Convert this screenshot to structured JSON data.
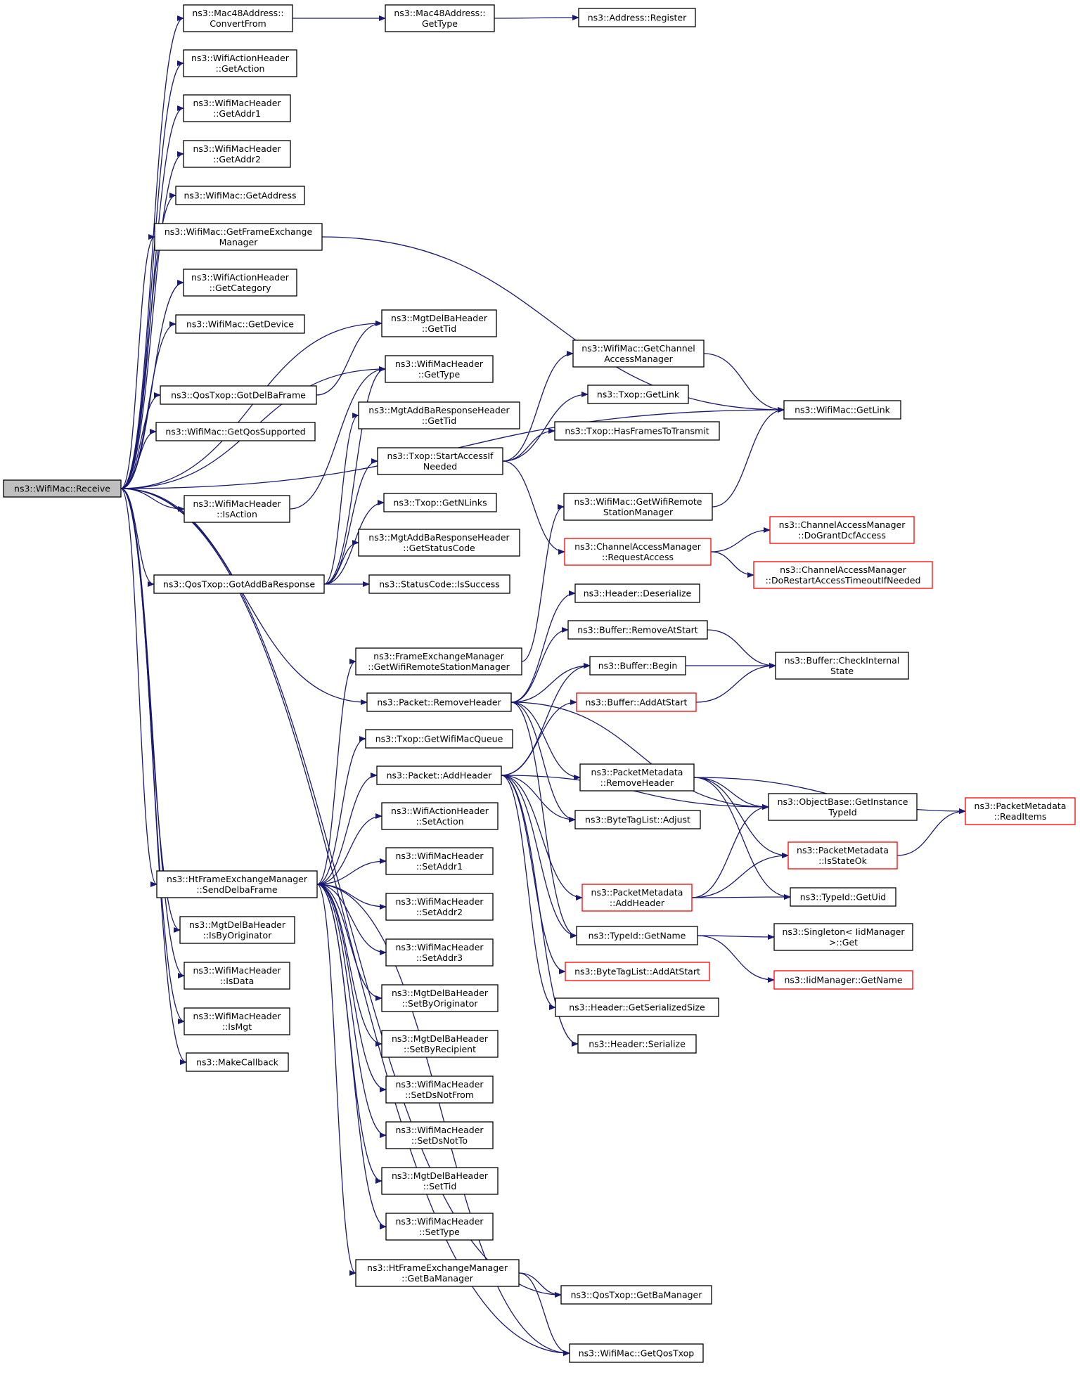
{
  "graph": {
    "title": "",
    "colors": {
      "edge": "#191970",
      "node_border": "#000000",
      "highlight_border": "#ff0000",
      "root_fill": "#bfbfbf"
    },
    "root": "ns3::WifiMac::Receive",
    "nodes": [
      {
        "id": "receive",
        "lines": [
          "ns3::WifiMac::Receive"
        ],
        "style": "root"
      },
      {
        "id": "convertfrom",
        "lines": [
          "ns3::Mac48Address::",
          "ConvertFrom"
        ]
      },
      {
        "id": "gettype48",
        "lines": [
          "ns3::Mac48Address::",
          "GetType"
        ]
      },
      {
        "id": "register",
        "lines": [
          "ns3::Address::Register"
        ]
      },
      {
        "id": "getaction",
        "lines": [
          "ns3::WifiActionHeader",
          "::GetAction"
        ]
      },
      {
        "id": "getaddr1",
        "lines": [
          "ns3::WifiMacHeader",
          "::GetAddr1"
        ]
      },
      {
        "id": "getaddr2",
        "lines": [
          "ns3::WifiMacHeader",
          "::GetAddr2"
        ]
      },
      {
        "id": "getaddress",
        "lines": [
          "ns3::WifiMac::GetAddress"
        ]
      },
      {
        "id": "getfem",
        "lines": [
          "ns3::WifiMac::GetFrameExchange",
          "Manager"
        ]
      },
      {
        "id": "getcategory",
        "lines": [
          "ns3::WifiActionHeader",
          "::GetCategory"
        ]
      },
      {
        "id": "getdevice",
        "lines": [
          "ns3::WifiMac::GetDevice"
        ]
      },
      {
        "id": "delba_gettid",
        "lines": [
          "ns3::MgtDelBaHeader",
          "::GetTid"
        ]
      },
      {
        "id": "gottdelba",
        "lines": [
          "ns3::QosTxop::GotDelBaFrame"
        ]
      },
      {
        "id": "hdr_gettype",
        "lines": [
          "ns3::WifiMacHeader",
          "::GetType"
        ]
      },
      {
        "id": "getqossupported",
        "lines": [
          "ns3::WifiMac::GetQosSupported"
        ]
      },
      {
        "id": "addbaresp_gettid",
        "lines": [
          "ns3::MgtAddBaResponseHeader",
          "::GetTid"
        ]
      },
      {
        "id": "isaction",
        "lines": [
          "ns3::WifiMacHeader",
          "::IsAction"
        ]
      },
      {
        "id": "startaccess",
        "lines": [
          "ns3::Txop::StartAccessIf",
          "Needed"
        ]
      },
      {
        "id": "getchannelam",
        "lines": [
          "ns3::WifiMac::GetChannel",
          "AccessManager"
        ]
      },
      {
        "id": "txop_getlink",
        "lines": [
          "ns3::Txop::GetLink"
        ]
      },
      {
        "id": "hasframes",
        "lines": [
          "ns3::Txop::HasFramesToTransmit"
        ]
      },
      {
        "id": "mac_getlink",
        "lines": [
          "ns3::WifiMac::GetLink"
        ]
      },
      {
        "id": "getnlinks",
        "lines": [
          "ns3::Txop::GetNLinks"
        ]
      },
      {
        "id": "getwrsm",
        "lines": [
          "ns3::WifiMac::GetWifiRemote",
          "StationManager"
        ]
      },
      {
        "id": "requestaccess",
        "lines": [
          "ns3::ChannelAccessManager",
          "::RequestAccess"
        ],
        "style": "red"
      },
      {
        "id": "dogrant",
        "lines": [
          "ns3::ChannelAccessManager",
          "::DoGrantDcfAccess"
        ],
        "style": "red"
      },
      {
        "id": "dorestart",
        "lines": [
          "ns3::ChannelAccessManager",
          "::DoRestartAccessTimeoutIfNeeded"
        ],
        "style": "red"
      },
      {
        "id": "getstatuscode",
        "lines": [
          "ns3::MgtAddBaResponseHeader",
          "::GetStatusCode"
        ]
      },
      {
        "id": "gotaddba",
        "lines": [
          "ns3::QosTxop::GotAddBaResponse"
        ]
      },
      {
        "id": "issuccess",
        "lines": [
          "ns3::StatusCode::IsSuccess"
        ]
      },
      {
        "id": "hdr_deserialize",
        "lines": [
          "ns3::Header::Deserialize"
        ]
      },
      {
        "id": "buf_removeatstart",
        "lines": [
          "ns3::Buffer::RemoveAtStart"
        ]
      },
      {
        "id": "fem_getwrsm",
        "lines": [
          "ns3::FrameExchangeManager",
          "::GetWifiRemoteStationManager"
        ]
      },
      {
        "id": "buf_begin",
        "lines": [
          "ns3::Buffer::Begin"
        ]
      },
      {
        "id": "buf_checkinternal",
        "lines": [
          "ns3::Buffer::CheckInternal",
          "State"
        ]
      },
      {
        "id": "pkt_removeheader",
        "lines": [
          "ns3::Packet::RemoveHeader"
        ]
      },
      {
        "id": "buf_addatstart",
        "lines": [
          "ns3::Buffer::AddAtStart"
        ],
        "style": "red"
      },
      {
        "id": "getwifimacqueue",
        "lines": [
          "ns3::Txop::GetWifiMacQueue"
        ]
      },
      {
        "id": "pm_removeheader",
        "lines": [
          "ns3::PacketMetadata",
          "::RemoveHeader"
        ]
      },
      {
        "id": "pkt_addheader",
        "lines": [
          "ns3::Packet::AddHeader"
        ]
      },
      {
        "id": "getinstancetypeid",
        "lines": [
          "ns3::ObjectBase::GetInstance",
          "TypeId"
        ]
      },
      {
        "id": "pm_readitems",
        "lines": [
          "ns3::PacketMetadata",
          "::ReadItems"
        ],
        "style": "red"
      },
      {
        "id": "setaction",
        "lines": [
          "ns3::WifiActionHeader",
          "::SetAction"
        ]
      },
      {
        "id": "btl_adjust",
        "lines": [
          "ns3::ByteTagList::Adjust"
        ]
      },
      {
        "id": "pm_isstateok",
        "lines": [
          "ns3::PacketMetadata",
          "::IsStateOk"
        ],
        "style": "red"
      },
      {
        "id": "setaddr1",
        "lines": [
          "ns3::WifiMacHeader",
          "::SetAddr1"
        ]
      },
      {
        "id": "senddelba",
        "lines": [
          "ns3::HtFrameExchangeManager",
          "::SendDelbaFrame"
        ]
      },
      {
        "id": "pm_addheader",
        "lines": [
          "ns3::PacketMetadata",
          "::AddHeader"
        ],
        "style": "red"
      },
      {
        "id": "typeid_getuid",
        "lines": [
          "ns3::TypeId::GetUid"
        ]
      },
      {
        "id": "setaddr2",
        "lines": [
          "ns3::WifiMacHeader",
          "::SetAddr2"
        ]
      },
      {
        "id": "isbyoriginator",
        "lines": [
          "ns3::MgtDelBaHeader",
          "::IsByOriginator"
        ]
      },
      {
        "id": "typeid_getname",
        "lines": [
          "ns3::TypeId::GetName"
        ]
      },
      {
        "id": "singleton_get",
        "lines": [
          "ns3::Singleton< IidManager",
          ">::Get"
        ]
      },
      {
        "id": "setaddr3",
        "lines": [
          "ns3::WifiMacHeader",
          "::SetAddr3"
        ]
      },
      {
        "id": "isdata",
        "lines": [
          "ns3::WifiMacHeader",
          "::IsData"
        ]
      },
      {
        "id": "btl_addatstart",
        "lines": [
          "ns3::ByteTagList::AddAtStart"
        ],
        "style": "red"
      },
      {
        "id": "iid_getname",
        "lines": [
          "ns3::IidManager::GetName"
        ],
        "style": "red"
      },
      {
        "id": "setbyoriginator",
        "lines": [
          "ns3::MgtDelBaHeader",
          "::SetByOriginator"
        ]
      },
      {
        "id": "ismgt",
        "lines": [
          "ns3::WifiMacHeader",
          "::IsMgt"
        ]
      },
      {
        "id": "hdr_getsersize",
        "lines": [
          "ns3::Header::GetSerializedSize"
        ]
      },
      {
        "id": "setbyrecipient",
        "lines": [
          "ns3::MgtDelBaHeader",
          "::SetByRecipient"
        ]
      },
      {
        "id": "hdr_serialize",
        "lines": [
          "ns3::Header::Serialize"
        ]
      },
      {
        "id": "makecallback",
        "lines": [
          "ns3::MakeCallback"
        ]
      },
      {
        "id": "setdsnotfrom",
        "lines": [
          "ns3::WifiMacHeader",
          "::SetDsNotFrom"
        ]
      },
      {
        "id": "setdsnotto",
        "lines": [
          "ns3::WifiMacHeader",
          "::SetDsNotTo"
        ]
      },
      {
        "id": "delba_settid",
        "lines": [
          "ns3::MgtDelBaHeader",
          "::SetTid"
        ]
      },
      {
        "id": "settype",
        "lines": [
          "ns3::WifiMacHeader",
          "::SetType"
        ]
      },
      {
        "id": "getbamanager_fem",
        "lines": [
          "ns3::HtFrameExchangeManager",
          "::GetBaManager"
        ]
      },
      {
        "id": "qos_getbamanager",
        "lines": [
          "ns3::QosTxop::GetBaManager"
        ]
      },
      {
        "id": "getqostxop",
        "lines": [
          "ns3::WifiMac::GetQosTxop"
        ]
      }
    ]
  }
}
